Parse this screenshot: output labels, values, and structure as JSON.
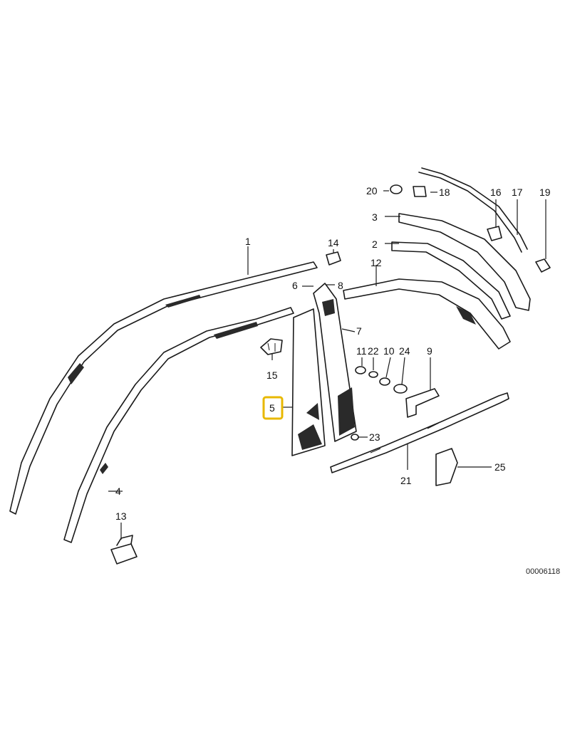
{
  "diagram_id": "00006118",
  "highlight_color": "#e8b800",
  "callouts": {
    "c1": "1",
    "c2": "2",
    "c3": "3",
    "c4": "4",
    "c5": "5",
    "c6": "6",
    "c7": "7",
    "c8": "8",
    "c9": "9",
    "c10": "10",
    "c11": "11",
    "c12": "12",
    "c13": "13",
    "c14": "14",
    "c15": "15",
    "c16": "16",
    "c17": "17",
    "c18": "18",
    "c19": "19",
    "c20": "20",
    "c21": "21",
    "c22": "22",
    "c23": "23",
    "c24": "24",
    "c25": "25"
  },
  "selected_part": "5"
}
